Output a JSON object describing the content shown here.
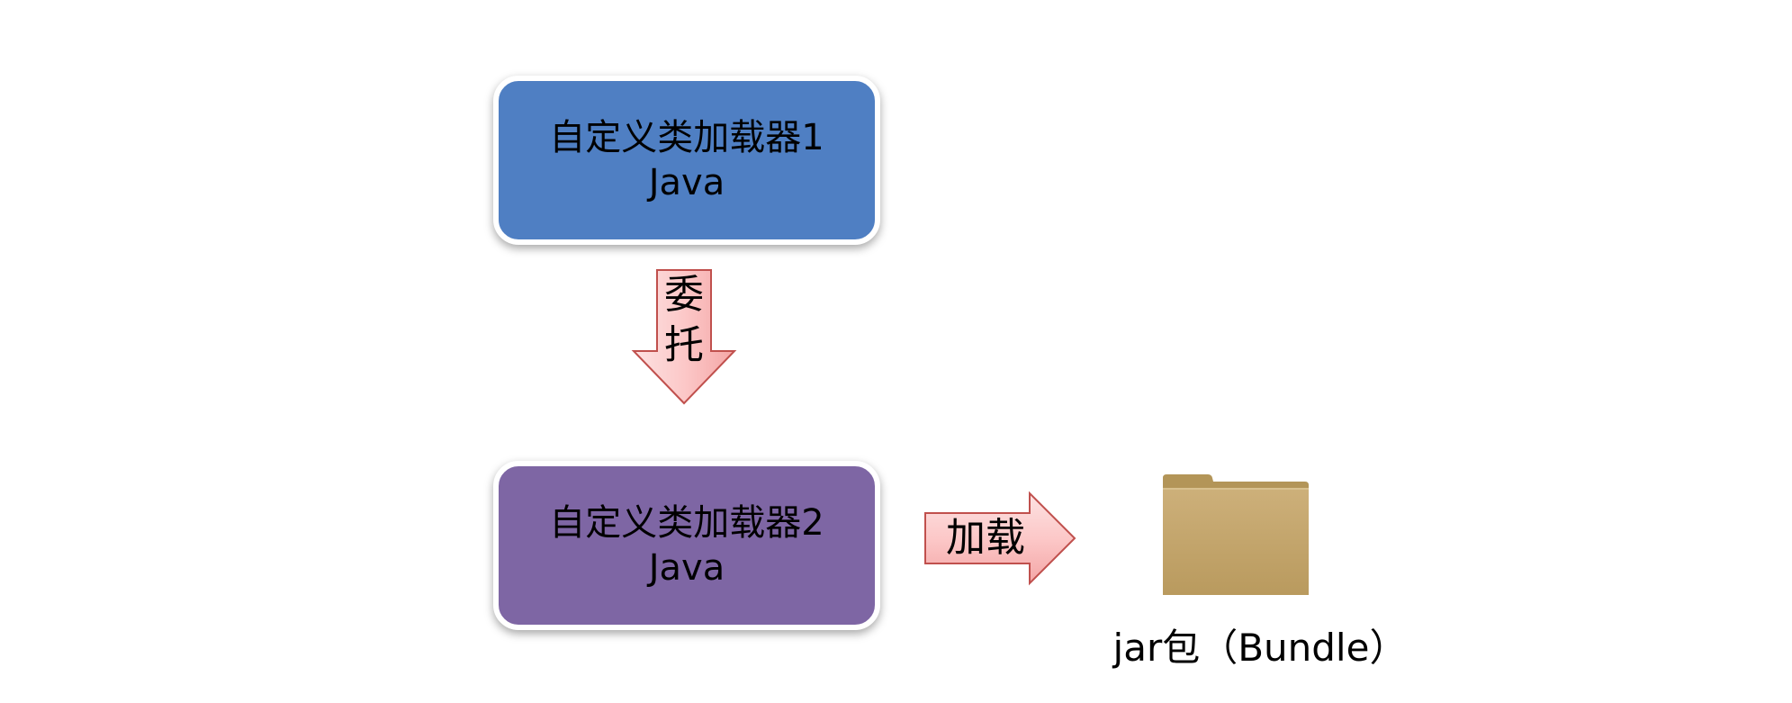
{
  "nodes": {
    "loader1": {
      "line1": "自定义类加载器1",
      "line2": "Java"
    },
    "loader2": {
      "line1": "自定义类加载器2",
      "line2": "Java"
    }
  },
  "arrows": {
    "delegate": {
      "char1": "委",
      "char2": "托"
    },
    "load": {
      "label": "加载"
    }
  },
  "folder": {
    "caption": "jar包（Bundle）"
  },
  "colors": {
    "loader1_fill": "#4f7fc3",
    "loader2_fill": "#7e66a4",
    "arrow_fill": "#fcc8c8",
    "arrow_stroke": "#c0504d",
    "folder_fill": "#c4a66c"
  },
  "icons": {
    "folder": "folder-icon"
  }
}
